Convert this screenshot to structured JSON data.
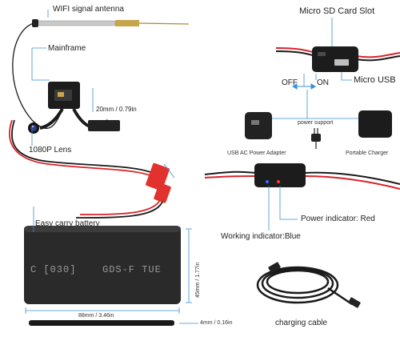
{
  "labels": {
    "wifi_antenna": "WIFI signal antenna",
    "mainframe": "Mainframe",
    "mainframe_size": "20mm / 0.79in",
    "lens": "1080P Lens",
    "battery": "Easy carry battery",
    "battery_height": "45mm / 1.77in",
    "battery_width": "88mm / 3.46in",
    "battery_thickness": "4mm / 0.16in",
    "battery_print_left": "C [030]",
    "battery_print_right": "GDS-F TUE",
    "sd_slot": "Micro SD Card Slot",
    "off": "OFF",
    "on": "ON",
    "micro_usb": "Micro USB",
    "power_support": "power support",
    "usb_adapter": "USB AC Power Adapter",
    "portable_charger": "Portable Charger",
    "power_indicator": "Power indicator: Red",
    "working_indicator": "Working indicator:Blue",
    "charging_cable": "charging cable"
  },
  "colors": {
    "accent_line": "#3a8fd6",
    "wire_red": "#d8232a",
    "wire_black": "#1a1a1a",
    "connector_red": "#e2322d",
    "battery_body": "#2a2a2a"
  }
}
